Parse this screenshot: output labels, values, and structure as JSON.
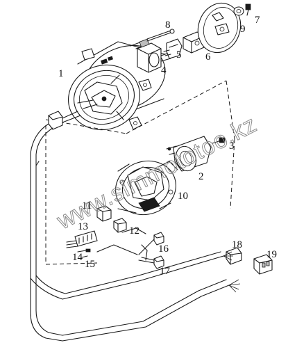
{
  "callouts": [
    {
      "id": "1",
      "label": "1"
    },
    {
      "id": "2",
      "label": "2"
    },
    {
      "id": "3",
      "label": "3"
    },
    {
      "id": "4",
      "label": "4"
    },
    {
      "id": "5",
      "label": "5"
    },
    {
      "id": "6",
      "label": "6"
    },
    {
      "id": "7",
      "label": "7"
    },
    {
      "id": "8",
      "label": "8"
    },
    {
      "id": "9",
      "label": "9"
    },
    {
      "id": "10",
      "label": "10"
    },
    {
      "id": "11",
      "label": "11"
    },
    {
      "id": "12",
      "label": "12"
    },
    {
      "id": "13",
      "label": "13"
    },
    {
      "id": "14",
      "label": "14"
    },
    {
      "id": "15",
      "label": "15"
    },
    {
      "id": "16",
      "label": "16"
    },
    {
      "id": "17",
      "label": "17"
    },
    {
      "id": "18",
      "label": "18"
    },
    {
      "id": "19",
      "label": "19"
    }
  ],
  "watermark": "www.simmototoo.kz",
  "colors": {
    "line": "#1a1a1a",
    "background": "#ffffff",
    "watermark": "#8a8a8a"
  }
}
